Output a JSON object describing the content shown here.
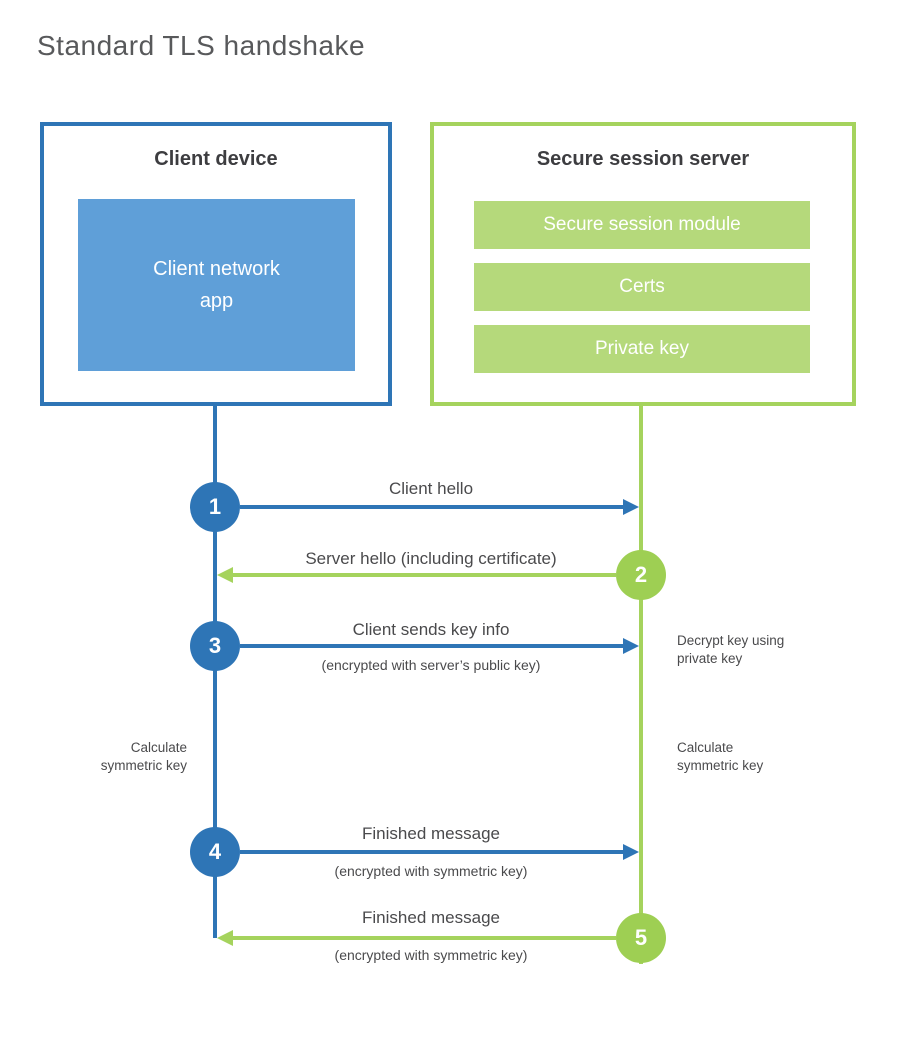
{
  "title": "Standard TLS handshake",
  "colors": {
    "client_blue": "#2e75b6",
    "client_app_blue": "#5f9fd8",
    "server_green": "#a5d35d",
    "server_circle_green": "#9ecf53",
    "server_bar_green": "#b5d97b",
    "heading_text": "#3d3d40",
    "label_text": "#4a4a4c",
    "title_text": "#58595b"
  },
  "client": {
    "title": "Client device",
    "app_label": "Client network\napp"
  },
  "server": {
    "title": "Secure session server",
    "modules": [
      "Secure session module",
      "Certs",
      "Private key"
    ]
  },
  "messages": [
    {
      "step": "1",
      "from": "client",
      "direction": "right",
      "label": "Client hello",
      "sublabel": ""
    },
    {
      "step": "2",
      "from": "server",
      "direction": "left",
      "label": "Server hello (including certificate)",
      "sublabel": ""
    },
    {
      "step": "3",
      "from": "client",
      "direction": "right",
      "label": "Client sends key info",
      "sublabel": "(encrypted with server’s public key)"
    },
    {
      "step": "4",
      "from": "client",
      "direction": "right",
      "label": "Finished message",
      "sublabel": "(encrypted with symmetric key)"
    },
    {
      "step": "5",
      "from": "server",
      "direction": "left",
      "label": "Finished message",
      "sublabel": "(encrypted with symmetric key)"
    }
  ],
  "side_notes": {
    "decrypt_key": "Decrypt key using\nprivate key",
    "calculate_left": "Calculate\nsymmetric key",
    "calculate_right": "Calculate\nsymmetric key"
  }
}
